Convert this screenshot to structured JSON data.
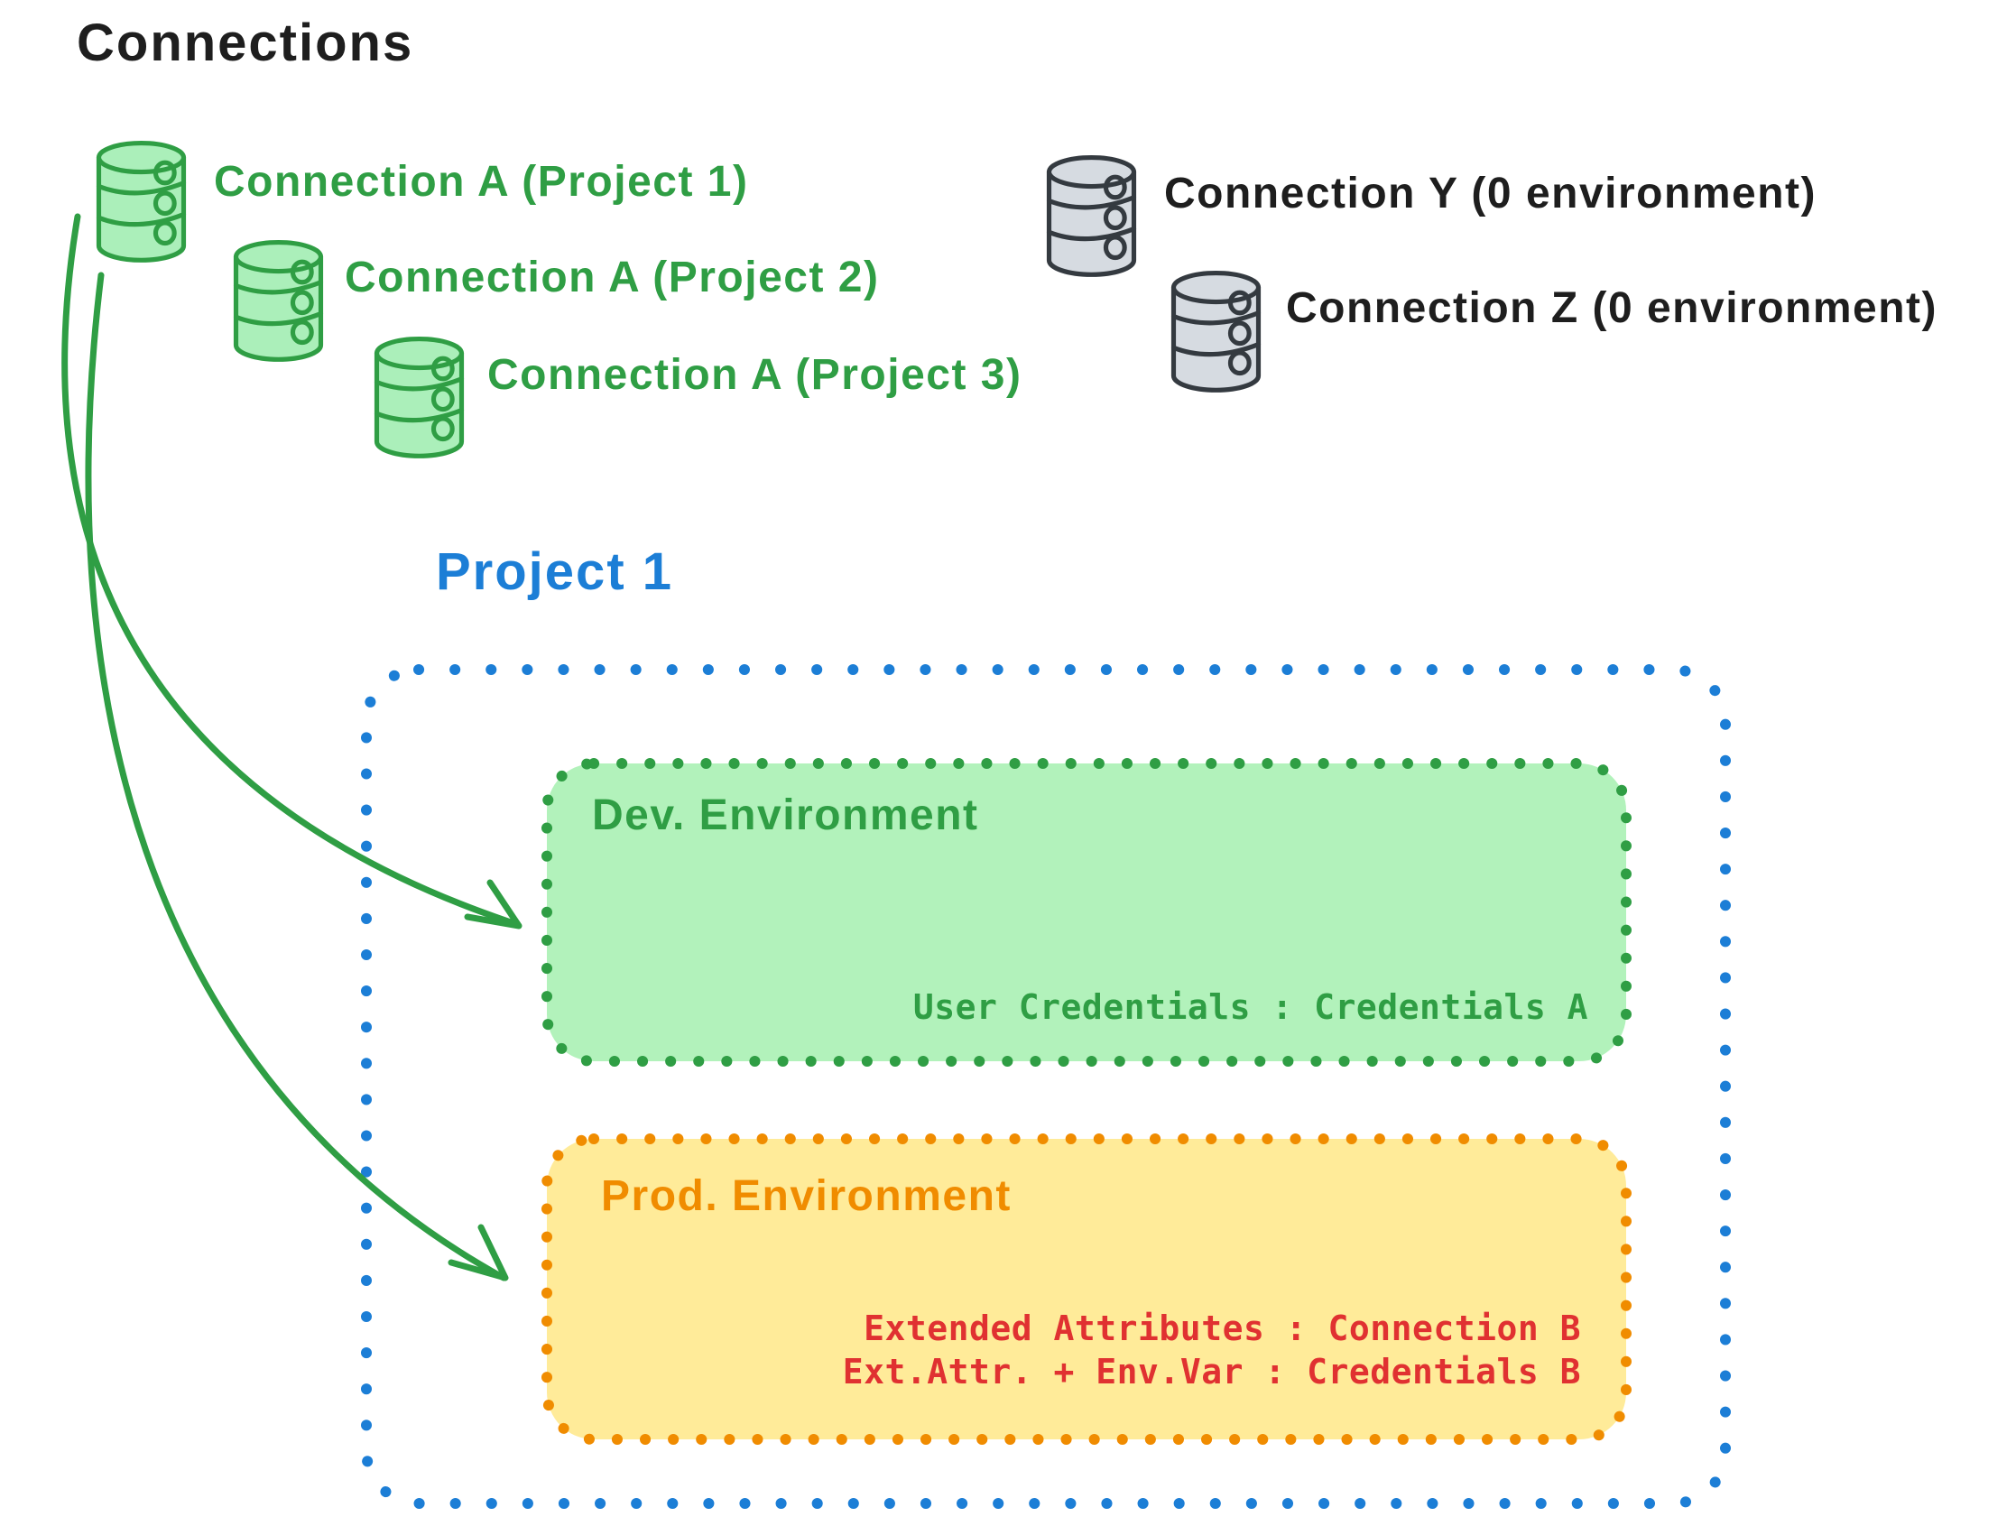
{
  "title": "Connections",
  "connections": {
    "green": [
      {
        "icon": "database-icon",
        "label": "Connection A (Project 1)"
      },
      {
        "icon": "database-icon",
        "label": "Connection A (Project 2)"
      },
      {
        "icon": "database-icon",
        "label": "Connection A (Project 3)"
      }
    ],
    "gray": [
      {
        "icon": "database-icon",
        "label": "Connection Y (0 environment)"
      },
      {
        "icon": "database-icon",
        "label": "Connection Z (0 environment)"
      }
    ]
  },
  "project": {
    "title": "Project 1",
    "environments": {
      "dev": {
        "name": "Dev. Environment",
        "line1": "User Credentials : Credentials A"
      },
      "prod": {
        "name": "Prod. Environment",
        "line1": "Extended Attributes : Connection B",
        "line2": "Ext.Attr. + Env.Var : Credentials B"
      }
    }
  },
  "colors": {
    "green_stroke": "#2f9e44",
    "green_fill": "#b2f2bb",
    "blue": "#1c7ed6",
    "orange_stroke": "#f08c00",
    "orange_fill": "#ffeb99",
    "red_text": "#e03131",
    "gray_fill": "#d6dbe1",
    "dark_stroke": "#343a40",
    "black_text": "#1e1e1e"
  }
}
